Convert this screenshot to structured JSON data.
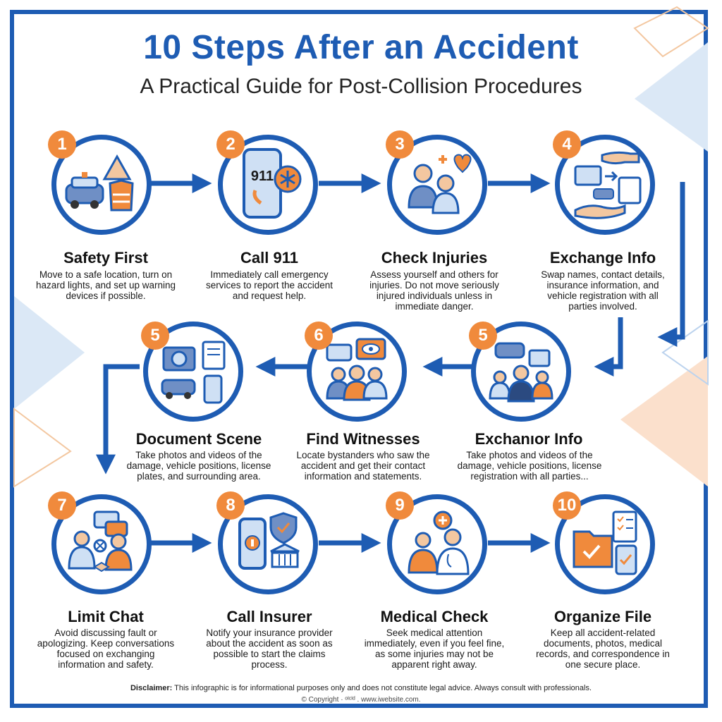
{
  "title": "10 Steps After an Accident",
  "subtitle": "A Practical Guide for Post-Collision Procedures",
  "colors": {
    "primary": "#1e5cb3",
    "accent": "#f08a3c"
  },
  "steps": [
    {
      "num": "1",
      "title": "Safety First",
      "desc": "Move to a safe location, turn on hazard lights, and set up warning devices if possible.",
      "icon": "car-warning-icon"
    },
    {
      "num": "2",
      "title": "Call 911",
      "desc": "Immediately call emergency services to report the accident and request help.",
      "icon": "phone-911-icon",
      "icon_text": "911"
    },
    {
      "num": "3",
      "title": "Check Injuries",
      "desc": "Assess yourself and others for injuries. Do not move seriously injured individuals unless in immediate danger.",
      "icon": "injured-people-icon"
    },
    {
      "num": "4",
      "title": "Exchange Info",
      "desc": "Swap names, contact details, insurance information, and vehicle registration with all parties involved.",
      "icon": "exchange-documents-icon"
    },
    {
      "num": "5",
      "title": "Document Scene",
      "desc": "Take photos and videos of the damage, vehicle positions, license plates, and surrounding area.",
      "icon": "camera-notes-icon"
    },
    {
      "num": "6",
      "title": "Find Witnesses",
      "desc": "Locate bystanders who saw the accident and get their contact information and statements.",
      "icon": "witnesses-icon"
    },
    {
      "num": "5",
      "title": "Exchanıor Info",
      "desc": "Take photos and videos of the damage, vehicle positions, license registration with all parties...",
      "icon": "group-cars-icon"
    },
    {
      "num": "7",
      "title": "Limit Chat",
      "desc": "Avoid discussing fault or apologizing. Keep conversations focused on exchanging information and safety.",
      "icon": "limit-chat-icon"
    },
    {
      "num": "8",
      "title": "Call Insurer",
      "desc": "Notify your insurance provider about the accident as soon as possible to start the claims process.",
      "icon": "insurer-phone-icon"
    },
    {
      "num": "9",
      "title": "Medical Check",
      "desc": "Seek medical attention immediately, even if you feel fine, as some injuries may not be apparent right away.",
      "icon": "doctor-patient-icon"
    },
    {
      "num": "10",
      "title": "Organize File",
      "desc": "Keep all accident-related documents, photos, medical records, and correspondence in one secure place.",
      "icon": "folder-checklist-icon"
    }
  ],
  "footer": {
    "disclaimer_label": "Disclaimer:",
    "disclaimer_text": " This infographic is for informational purposes only and does not constitute legal advice. Always consult with professionals.",
    "copyright": "© Copyright · ᵒᴵᶜᴵᵈ . www.iwebsite.com."
  }
}
